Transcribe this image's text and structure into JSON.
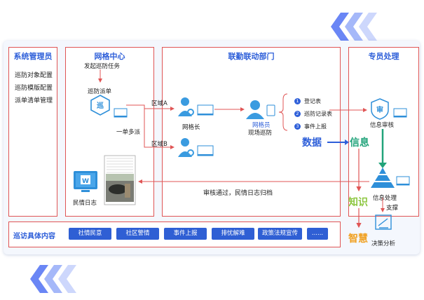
{
  "left_panel": {
    "title": "系统管理员",
    "items": [
      "巡防对象配置",
      "巡防模版配置",
      "派单清单管理"
    ]
  },
  "grid_center": {
    "title": "网格中心",
    "task_label": "发起巡防任务",
    "dispatch_label": "巡防派单",
    "dispatch_icon_char": "巡",
    "multi_dispatch": "一单多派",
    "log_label": "民情日志"
  },
  "linkage": {
    "title": "联勤联动部门",
    "region_a": "区域A",
    "region_b": "区域B",
    "grid_leader": "网格长",
    "grid_member": "网格员",
    "field_patrol": "现场巡防",
    "forms": [
      {
        "num": "1",
        "label": "登记表"
      },
      {
        "num": "2",
        "label": "巡防记录表"
      },
      {
        "num": "3",
        "label": "事件上报"
      }
    ],
    "return_note": "审核通过，民情日志归档"
  },
  "specialist": {
    "title": "专员处理",
    "review_icon_char": "审",
    "review_label": "信息审核",
    "process_label": "信息处理",
    "support_label": "支撑",
    "decision_label": "决策分析"
  },
  "pyramid_words": {
    "data": "数据",
    "info": "信息",
    "knowledge": "知识",
    "wisdom": "智慧"
  },
  "content_bar": {
    "title": "巡访具体内容",
    "buttons": [
      "社情民意",
      "社区警情",
      "事件上报",
      "排忧解难",
      "政策法规宣传",
      "......"
    ]
  },
  "colors": {
    "accent": "#2e5fd9",
    "border": "#e05555",
    "data_word": "#2e5fd9",
    "info_word": "#21a37a",
    "knowledge_word": "#8cc63f",
    "wisdom_word": "#f0a020"
  }
}
